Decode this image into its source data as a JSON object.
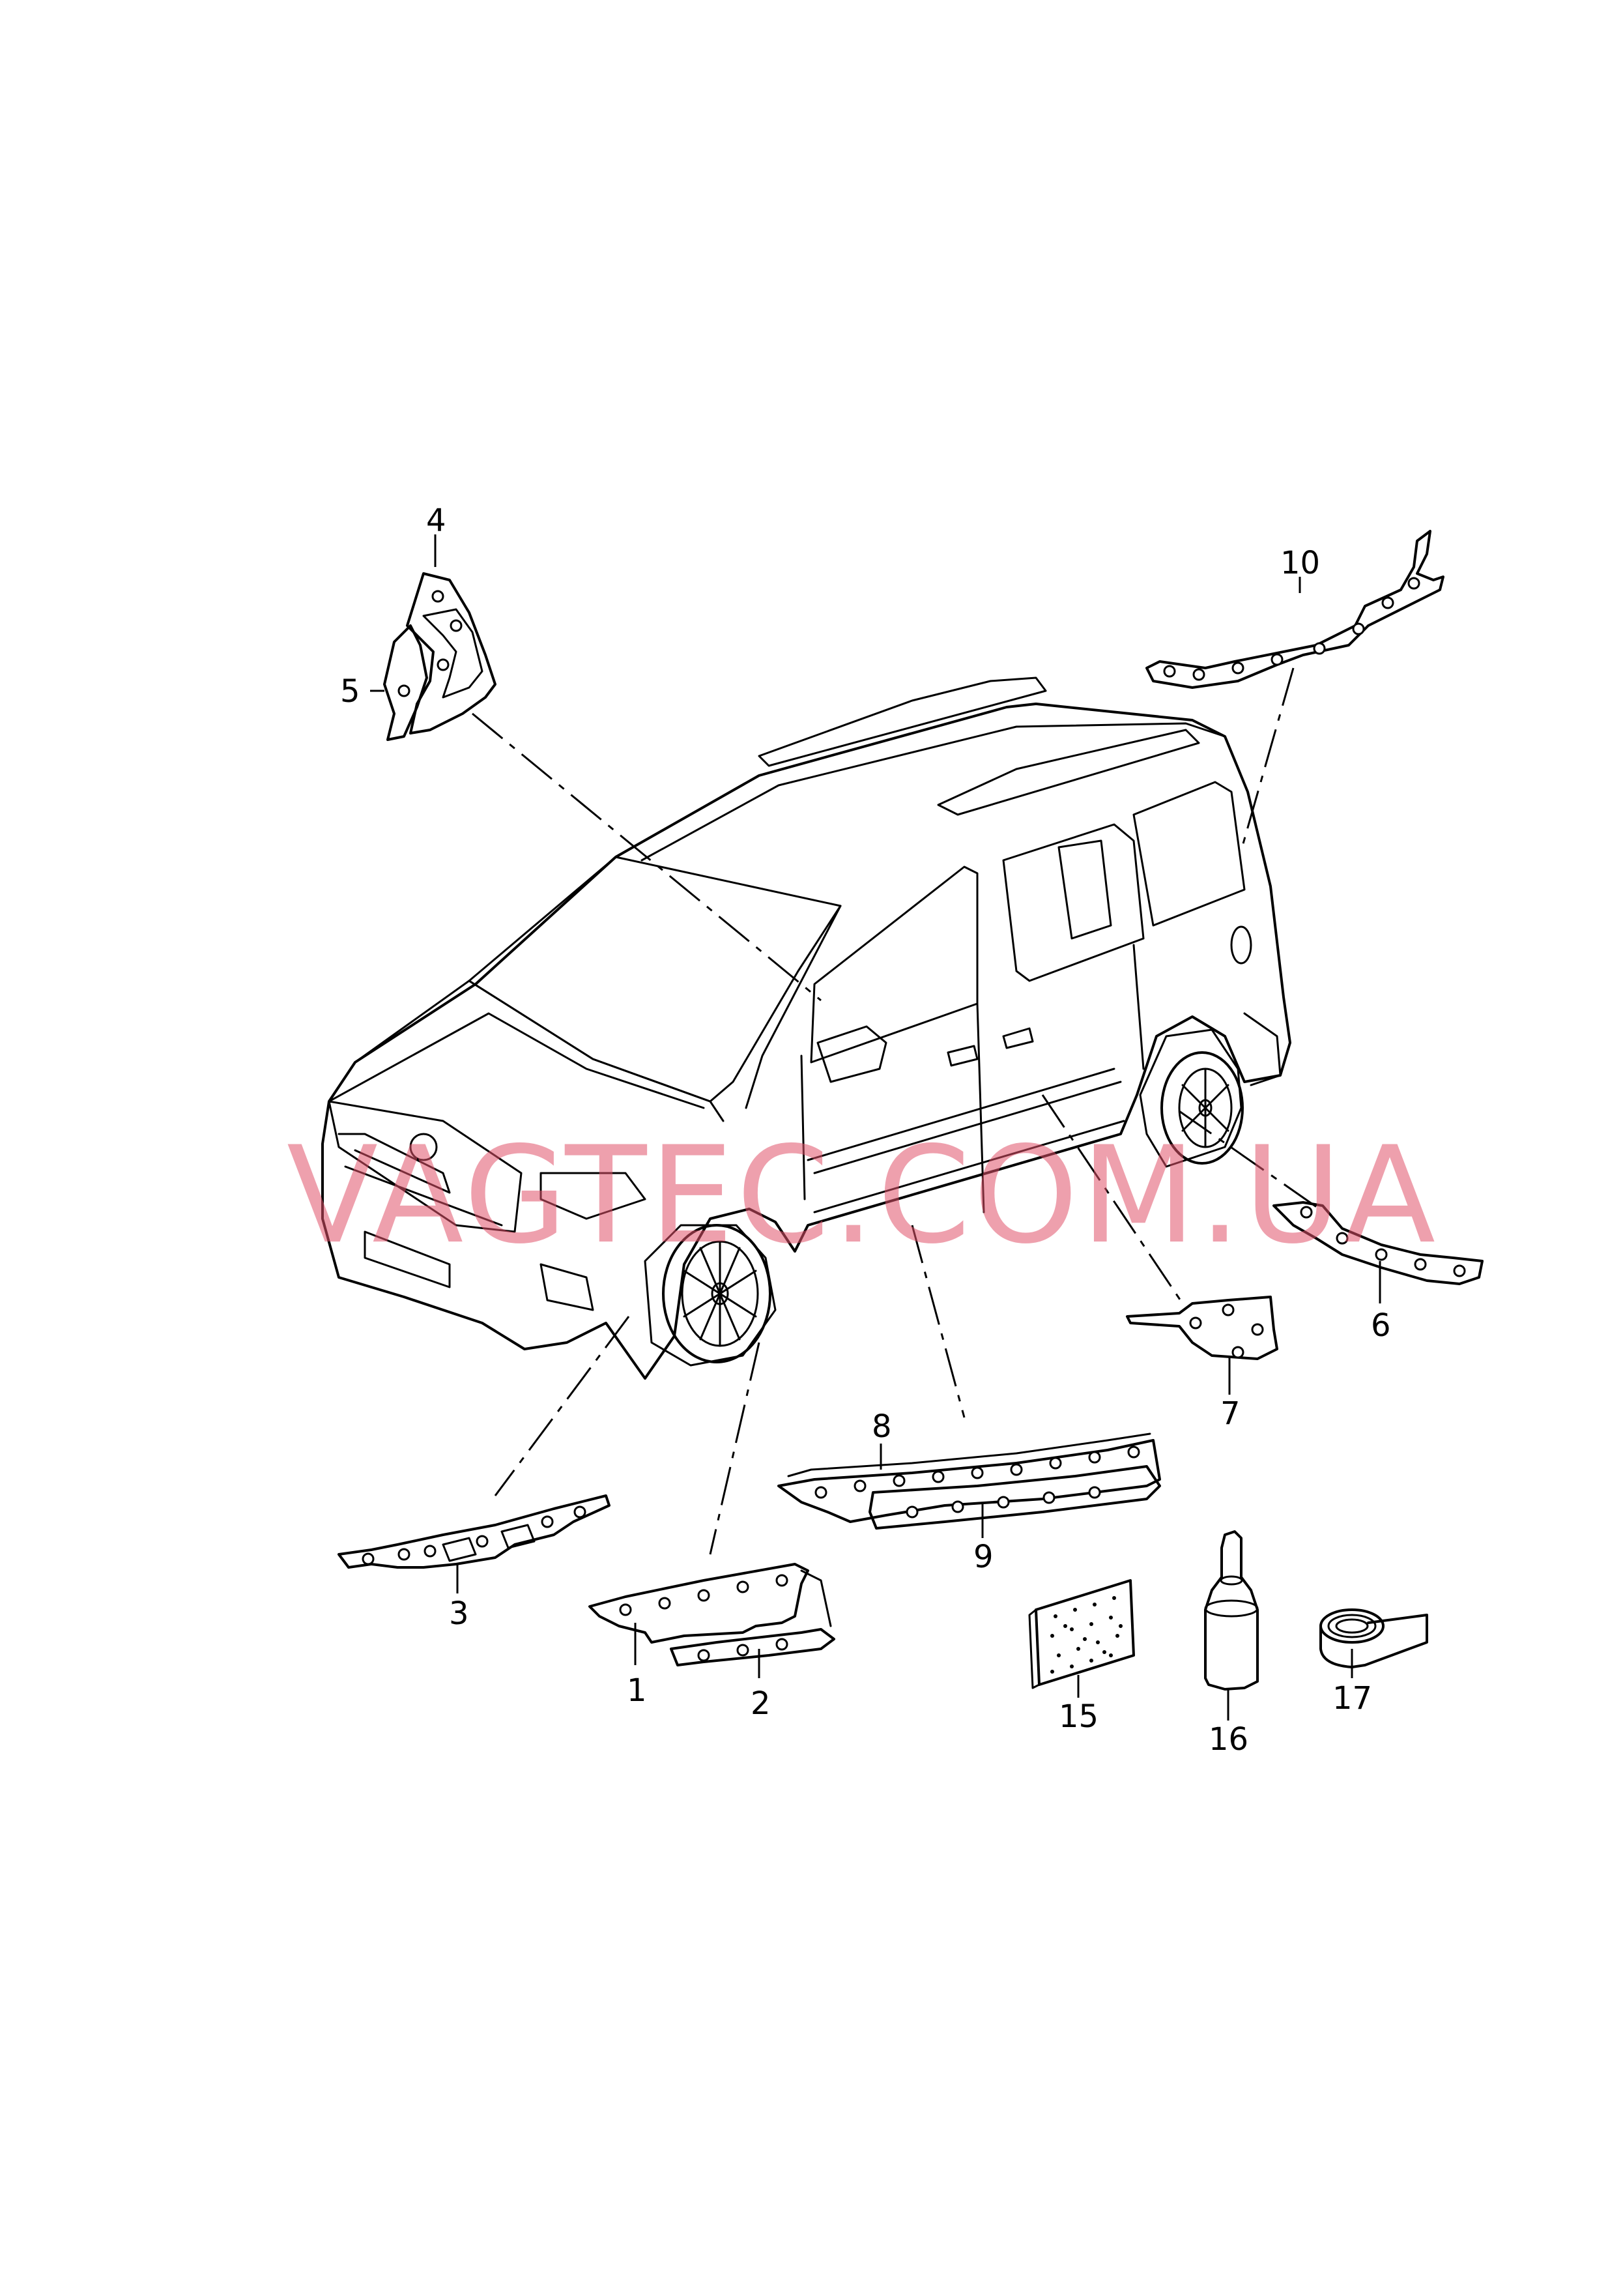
{
  "watermark": "VAGTEC.COM.UA",
  "callouts": {
    "c1": "1",
    "c2": "2",
    "c3": "3",
    "c4": "4",
    "c5": "5",
    "c6": "6",
    "c7": "7",
    "c8": "8",
    "c9": "9",
    "c10": "10",
    "c15": "15",
    "c16": "16",
    "c17": "17"
  },
  "colors": {
    "line": "#000000",
    "watermark": "#e0526a",
    "background": "#ffffff"
  }
}
